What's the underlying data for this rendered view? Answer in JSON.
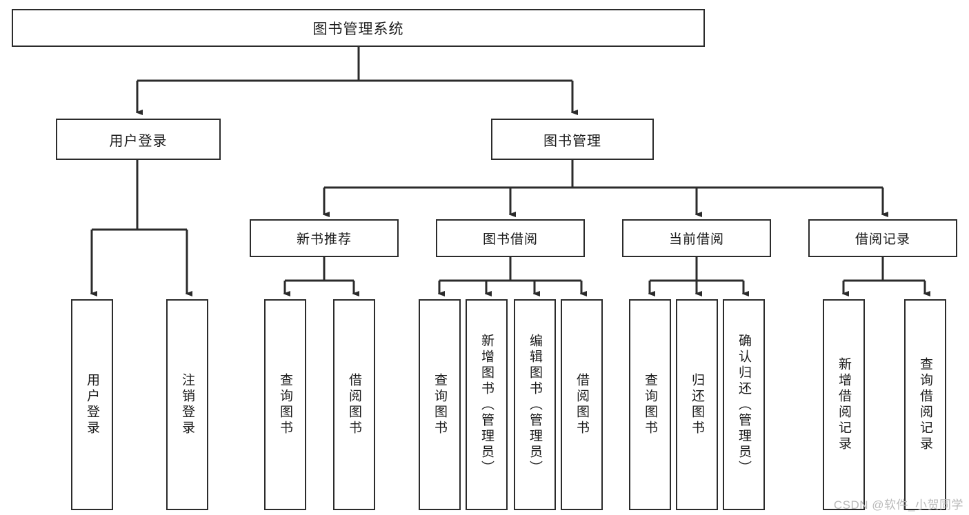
{
  "diagram": {
    "type": "tree",
    "title": "图书管理系统",
    "watermark": "CSDN @软件_小贺同学",
    "colors": {
      "box_border": "#2b2b2b",
      "box_fill": "#ffffff",
      "connector": "#2b2b2b",
      "text": "#1b1b1b",
      "watermark": "#b9b9b9",
      "background": "#ffffff"
    },
    "root": {
      "label": "图书管理系统"
    },
    "level2": [
      {
        "label": "用户登录"
      },
      {
        "label": "图书管理"
      }
    ],
    "level3": [
      {
        "label": "新书推荐"
      },
      {
        "label": "图书借阅"
      },
      {
        "label": "当前借阅"
      },
      {
        "label": "借阅记录"
      }
    ],
    "leaves": {
      "user_login": [
        {
          "label": "用户登录"
        },
        {
          "label": "注销登录"
        }
      ],
      "new_book": [
        {
          "label": "查询图书"
        },
        {
          "label": "借阅图书"
        }
      ],
      "book_borrow": [
        {
          "label": "查询图书"
        },
        {
          "label": "新增图书（管理员）"
        },
        {
          "label": "编辑图书（管理员）"
        },
        {
          "label": "借阅图书"
        }
      ],
      "current_borrow": [
        {
          "label": "查询图书"
        },
        {
          "label": "归还图书"
        },
        {
          "label": "确认归还（管理员）"
        }
      ],
      "borrow_record": [
        {
          "label": "新增借阅记录"
        },
        {
          "label": "查询借阅记录"
        }
      ]
    }
  }
}
